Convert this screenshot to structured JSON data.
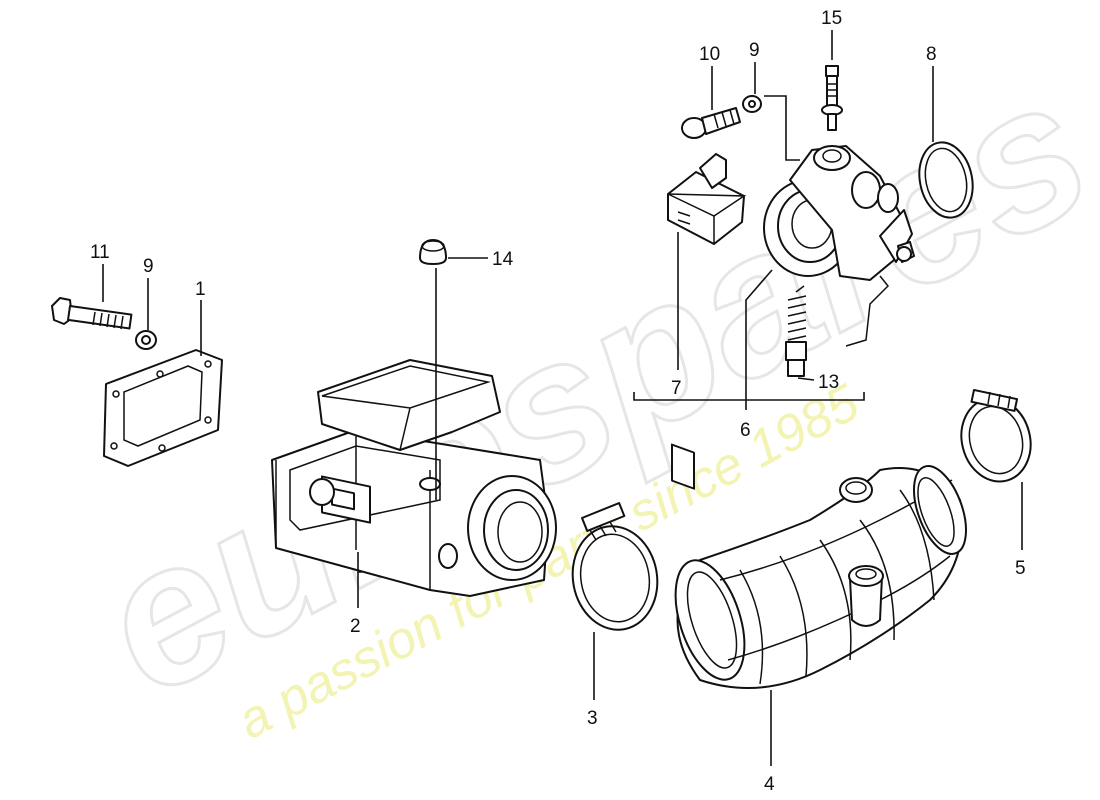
{
  "watermark": {
    "brand": "eurospares",
    "tagline": "a passion for parts since 1985"
  },
  "callouts": {
    "c1": "1",
    "c2": "2",
    "c3": "3",
    "c4": "4",
    "c5": "5",
    "c6": "6",
    "c7": "7",
    "c8": "8",
    "c9a": "9",
    "c9b": "9",
    "c10": "10",
    "c11": "11",
    "c13": "13",
    "c14": "14",
    "c15": "15"
  }
}
